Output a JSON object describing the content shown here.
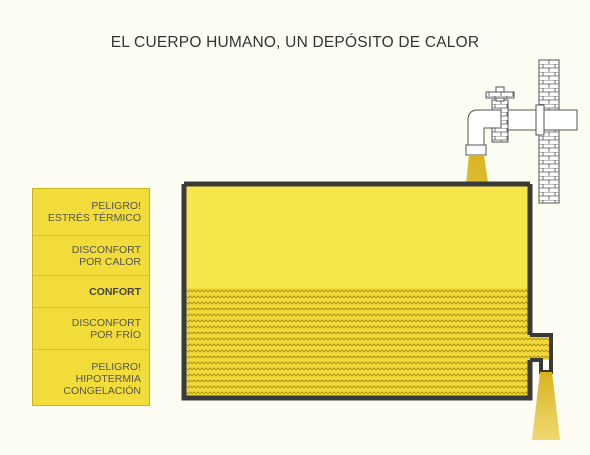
{
  "title": "EL CUERPO HUMANO, UN DEPÓSITO DE CALOR",
  "scale": [
    {
      "label": "PELIGRO!\nESTRÉS TÉRMICO",
      "bold": false
    },
    {
      "label": "DISCONFORT\nPOR CALOR",
      "bold": false
    },
    {
      "label": "CONFORT",
      "bold": true
    },
    {
      "label": "DISCONFORT\nPOR FRÍO",
      "bold": false
    },
    {
      "label": "PELIGRO!\nHIPOTERMIA\nCONGELACIÓN",
      "bold": false
    }
  ],
  "colors": {
    "tank_fill": "#f6e64a",
    "liquid_fill": "#f2d93a",
    "wave_color": "#a48a10",
    "tank_border": "#3a3a3a",
    "scale_fill": "#f2dc3a"
  }
}
